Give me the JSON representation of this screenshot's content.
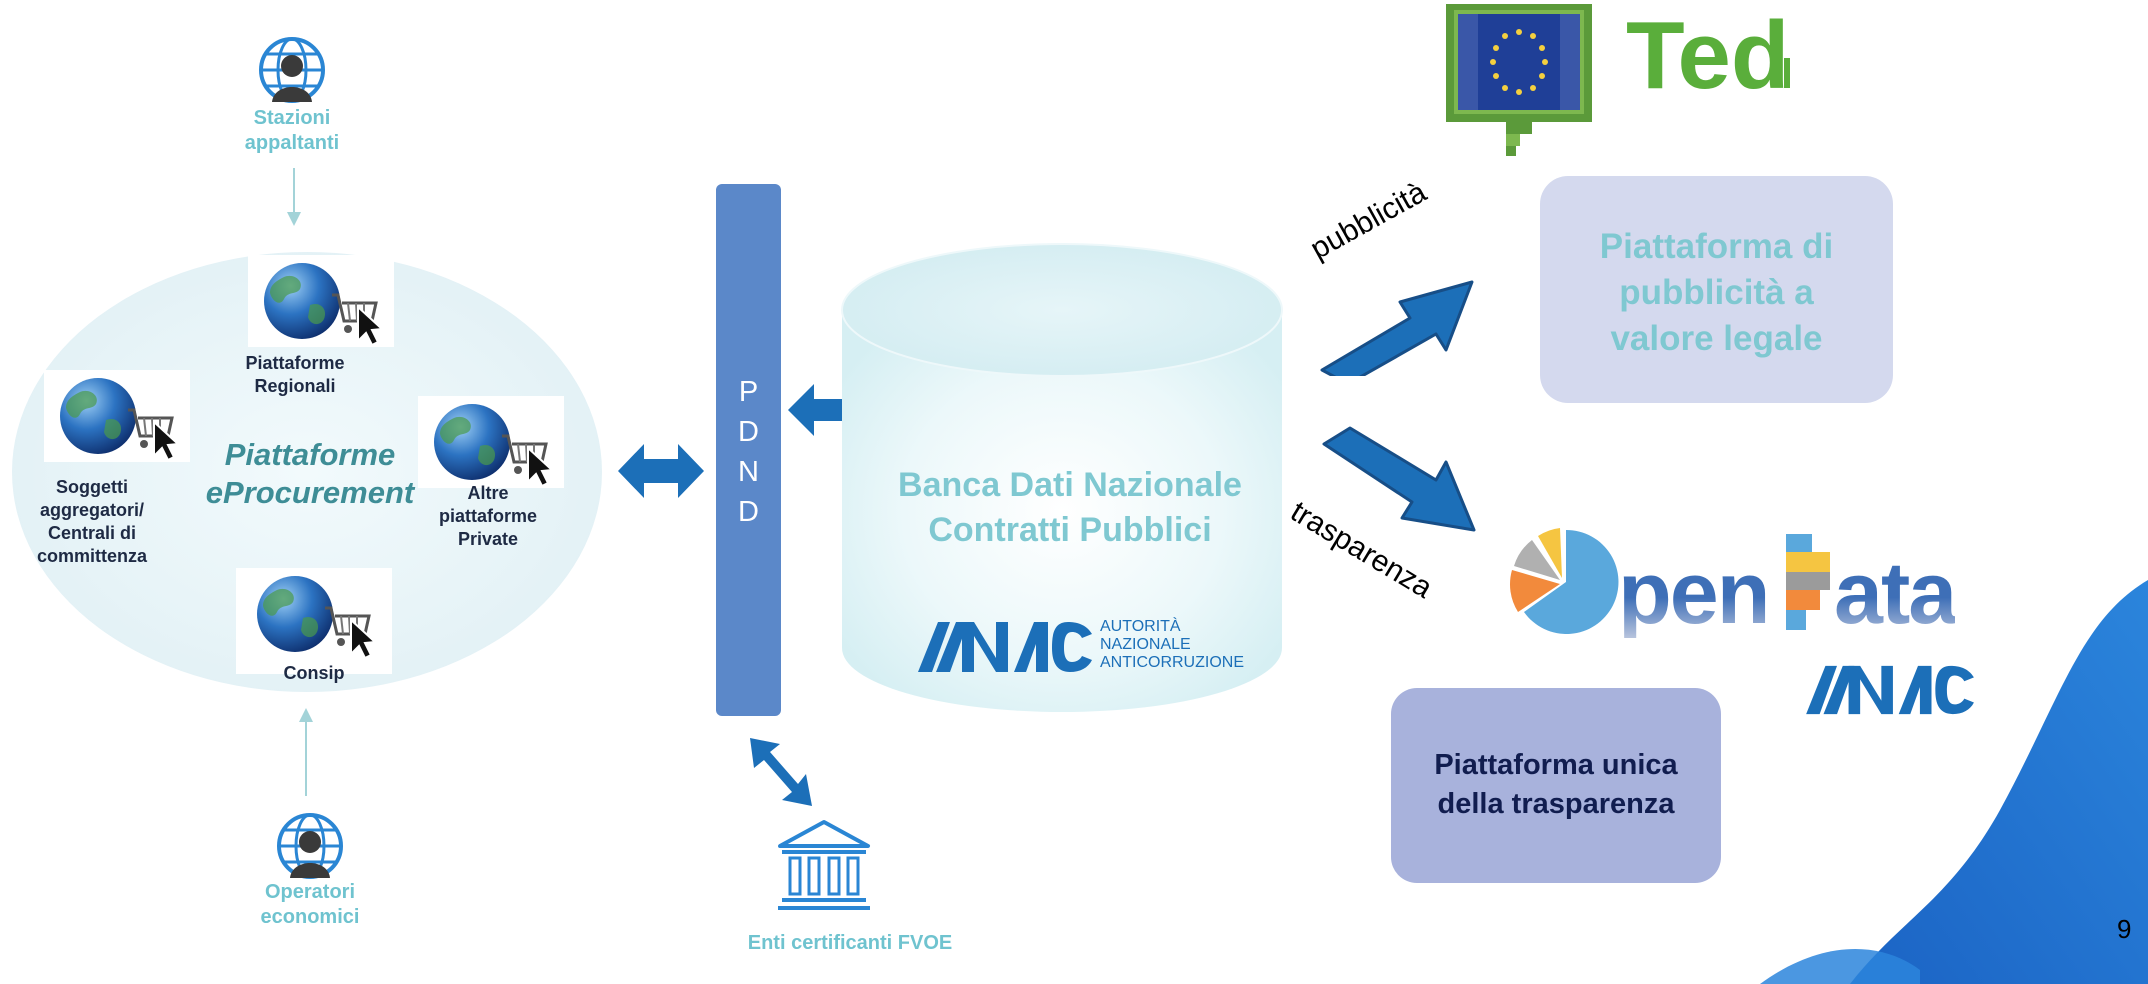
{
  "left": {
    "stazioni_label": "Stazioni\nappaltanti",
    "operatori_label": "Operatori\neconomici",
    "eprocurement_label": "Piattaforme\neProcurement",
    "regionali_label": "Piattaforme\nRegionali",
    "soggetti_label": "Soggetti\naggregatori/\nCentrali di\ncommittenza",
    "altre_label": "Altre\npiattaforme\nPrivate",
    "consip_label": "Consip"
  },
  "pdnd": {
    "letters": [
      "P",
      "D",
      "N",
      "D"
    ]
  },
  "database": {
    "title": "Banca Dati Nazionale\nContratti Pubblici",
    "anac_mark": "ANAC",
    "anac_authority": "AUTORITÀ\nNAZIONALE\nANTICORRUZIONE"
  },
  "enti_label": "Enti certificanti FVOE",
  "right": {
    "ted_text": "Ted",
    "pubblicita_label": "pubblicità",
    "trasparenza_label": "trasparenza",
    "pubblicita_box": "Piattaforma di\npubblicità a\nvalore legale",
    "trasparenza_box": "Piattaforma unica\ndella trasparenza",
    "opendata_part1": "pen",
    "opendata_part2": "ata",
    "opendata_anac": "ANAC"
  },
  "page_number": "9",
  "colors": {
    "arrow_blue": "#1c6fb8",
    "pdnd_bar": "#5b88c9",
    "cyan_text": "#6fc3cf",
    "accent_wave": "#1f6fc5"
  }
}
